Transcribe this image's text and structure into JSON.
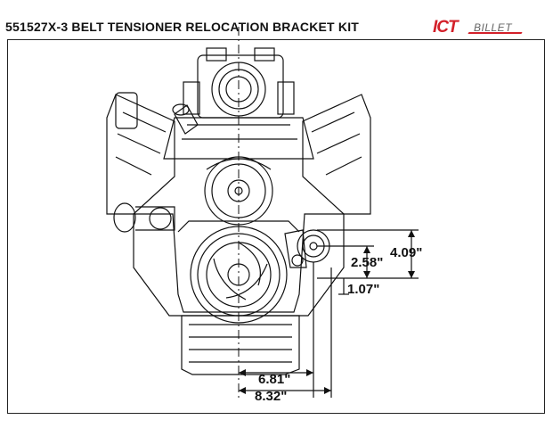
{
  "title": "551527X-3 BELT TENSIONER RELOCATION BRACKET KIT",
  "logo": {
    "brand": "ICT",
    "suffix": "BILLET",
    "color": "#d3202a"
  },
  "dimensions": {
    "vertical_upper": "4.09\"",
    "vertical_mid": "2.58\"",
    "vertical_lower": "1.07\"",
    "horizontal_inner": "6.81\"",
    "horizontal_outer": "8.32\""
  }
}
